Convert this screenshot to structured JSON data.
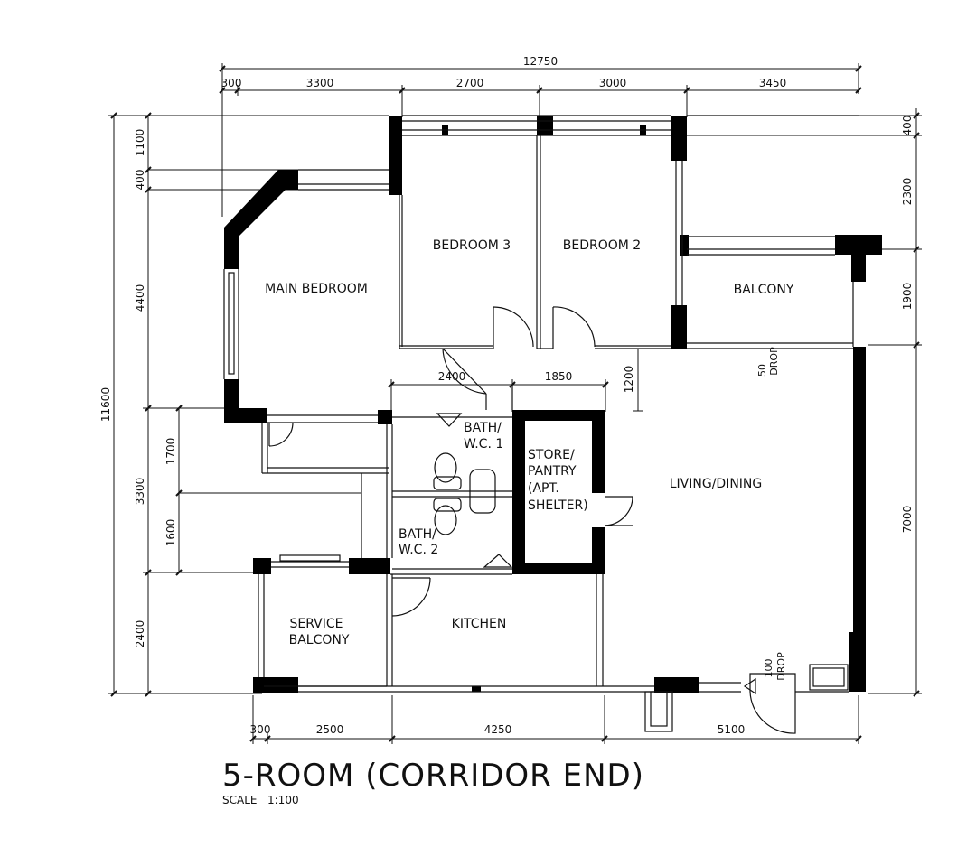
{
  "drawing": {
    "title": "5-ROOM (CORRIDOR END)",
    "scale_label": "SCALE",
    "scale_value": "1:100"
  },
  "rooms": {
    "main_bedroom": "MAIN BEDROOM",
    "bedroom_3": "BEDROOM 3",
    "bedroom_2": "BEDROOM 2",
    "balcony": "BALCONY",
    "living_dining": "LIVING/DINING",
    "bath_wc_1_line1": "BATH/",
    "bath_wc_1_line2": "W.C. 1",
    "bath_wc_2_line1": "BATH/",
    "bath_wc_2_line2": "W.C. 2",
    "store_line1": "STORE/",
    "store_line2": "PANTRY",
    "store_line3": "(APT.",
    "store_line4": "SHELTER)",
    "service_balcony_line1": "SERVICE",
    "service_balcony_line2": "BALCONY",
    "kitchen": "KITCHEN"
  },
  "dimensions": {
    "top_total": "12750",
    "top": [
      "300",
      "3300",
      "2700",
      "3000",
      "3450"
    ],
    "bottom": [
      "300",
      "2500",
      "4250",
      "5100"
    ],
    "left_total": "11600",
    "left_outer": [
      "4400",
      "3300",
      "2400"
    ],
    "left_inner": [
      "1100",
      "400",
      "1700",
      "1600"
    ],
    "right": [
      "400",
      "2300",
      "1900",
      "7000"
    ],
    "interior": [
      "2400",
      "1850",
      "1200"
    ]
  },
  "notes": {
    "drop_50_value": "50",
    "drop_50_label": "DROP",
    "drop_100_value": "100",
    "drop_100_label": "DROP"
  }
}
